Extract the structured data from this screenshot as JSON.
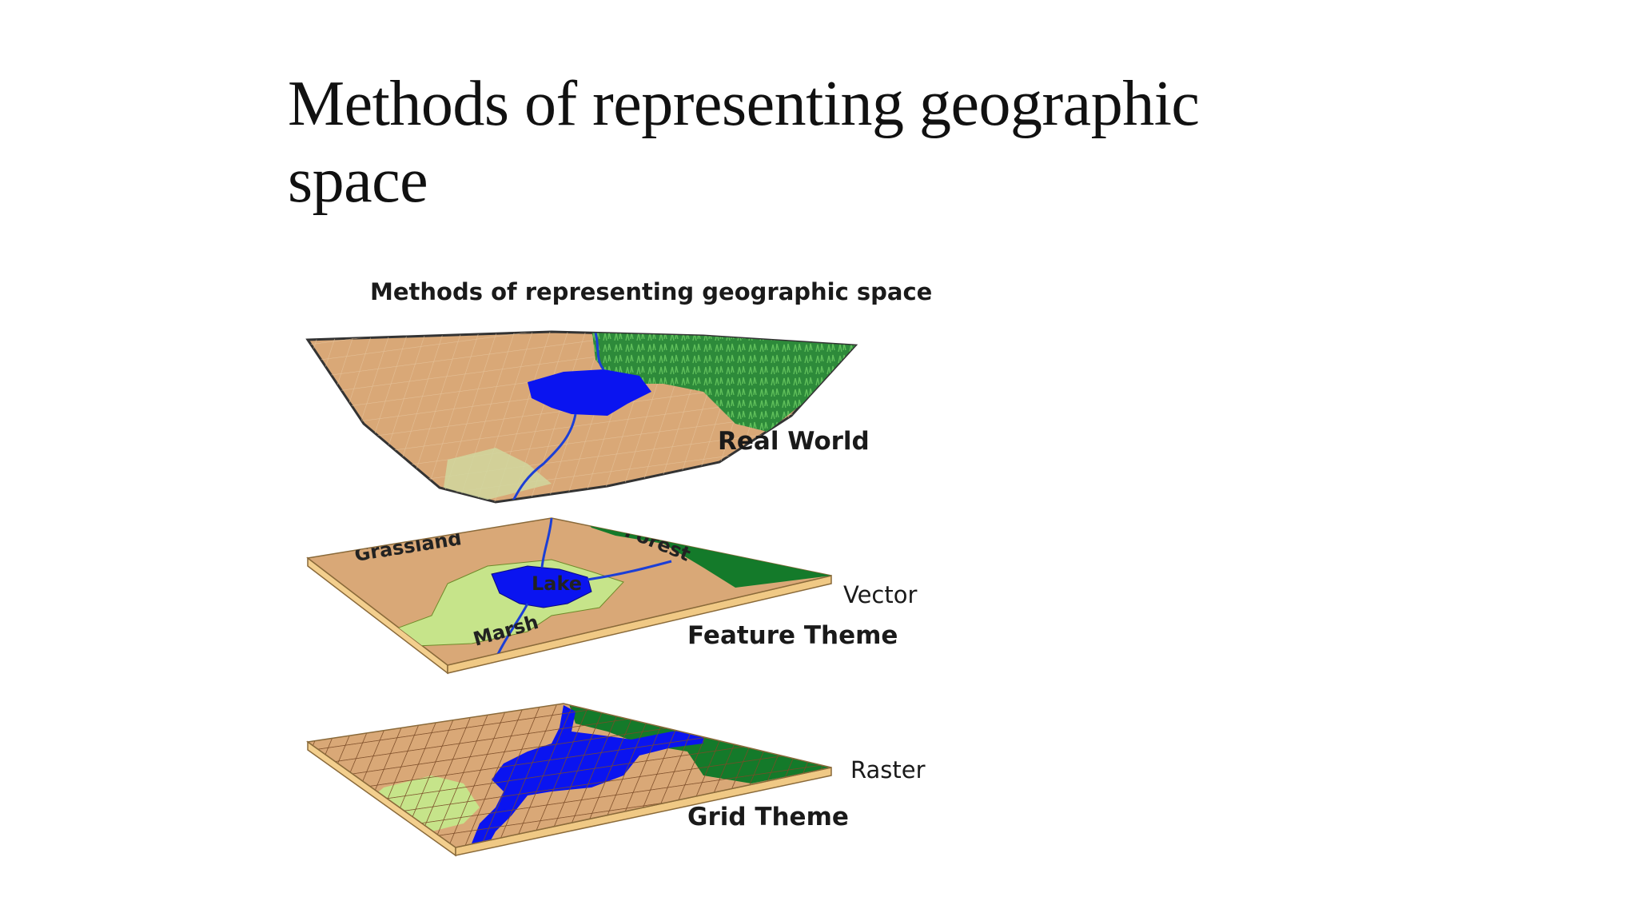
{
  "slide": {
    "title_line1": "Methods of representing geographic",
    "title_line2": "space"
  },
  "figure": {
    "title": "Methods of representing geographic space",
    "real_world_label": "Real World",
    "vector_label": "Vector",
    "feature_theme_label": "Feature Theme",
    "raster_label": "Raster",
    "grid_theme_label": "Grid Theme",
    "map_labels": {
      "grassland": "Grassland",
      "forest": "Forest",
      "lake": "Lake",
      "marsh": "Marsh"
    }
  },
  "colors": {
    "land": "#d9a877",
    "land_edge": "#f3cf8e",
    "water": "#0a14f0",
    "forest": "#147a2a",
    "marsh": "#c6e48a",
    "grid_line": "#7a4a26"
  }
}
